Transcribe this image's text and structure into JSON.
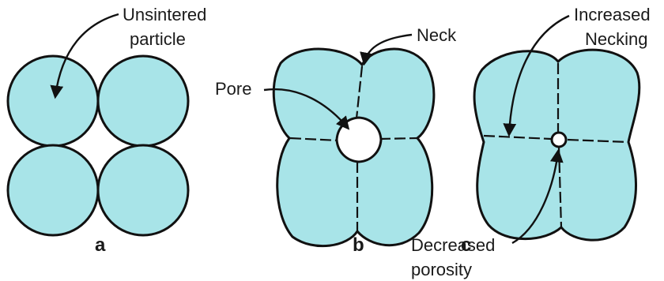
{
  "colors": {
    "particle_fill": "#a8e4e8",
    "outline": "#111111",
    "background": "#ffffff"
  },
  "labels": {
    "unsintered_line1": "Unsintered",
    "unsintered_line2": "particle",
    "neck": "Neck",
    "pore": "Pore",
    "increased_line1": "Increased",
    "increased_line2": "Necking",
    "decreased_line1": "Decreased",
    "decreased_line2": "porosity"
  },
  "panels": {
    "a": "a",
    "b": "b",
    "c": "c"
  }
}
